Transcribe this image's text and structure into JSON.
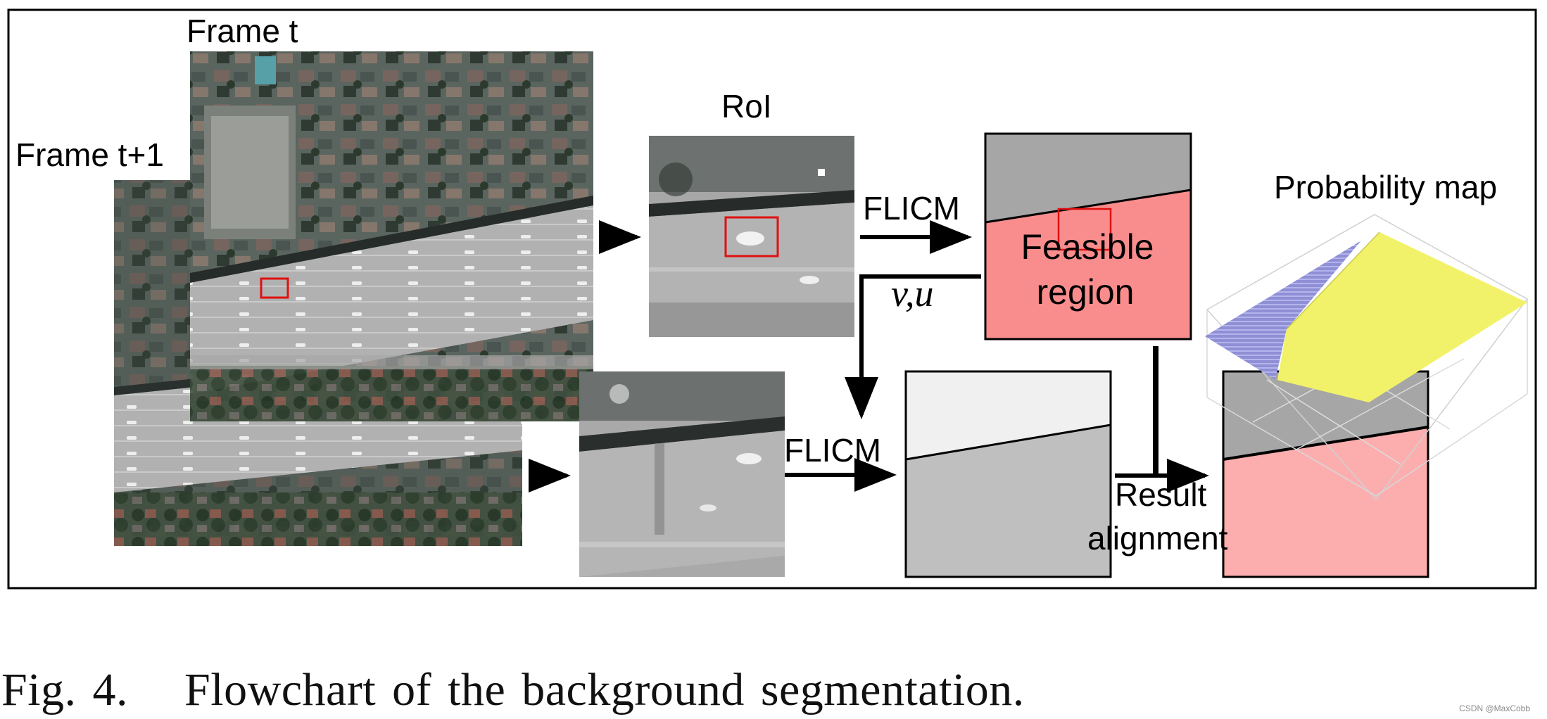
{
  "figure": {
    "labels": {
      "frame_t": "Frame t",
      "frame_t1": "Frame t+1",
      "roi": "RoI",
      "flicm_top": "FLICM",
      "flicm_bottom": "FLICM",
      "vu": "v,u",
      "feasible_line1": "Feasible",
      "feasible_line2": "region",
      "probability_map": "Probability map",
      "result_line1": "Result",
      "result_line2": "alignment"
    },
    "colors": {
      "feasible_pink": "#f98d8d",
      "result_pink": "#fcaeae",
      "dark_gray": "#a6a6a6",
      "mid_gray": "#bfbfbf",
      "light_gray": "#f0f0f0",
      "surface_purple": "#8f8fd6",
      "surface_yellow": "#f2f26a",
      "roi_red": "#e01010"
    }
  },
  "caption": {
    "fig_label": "Fig. 4.",
    "text": "Flowchart of the background segmentation."
  },
  "watermark": "CSDN @MaxCobb"
}
